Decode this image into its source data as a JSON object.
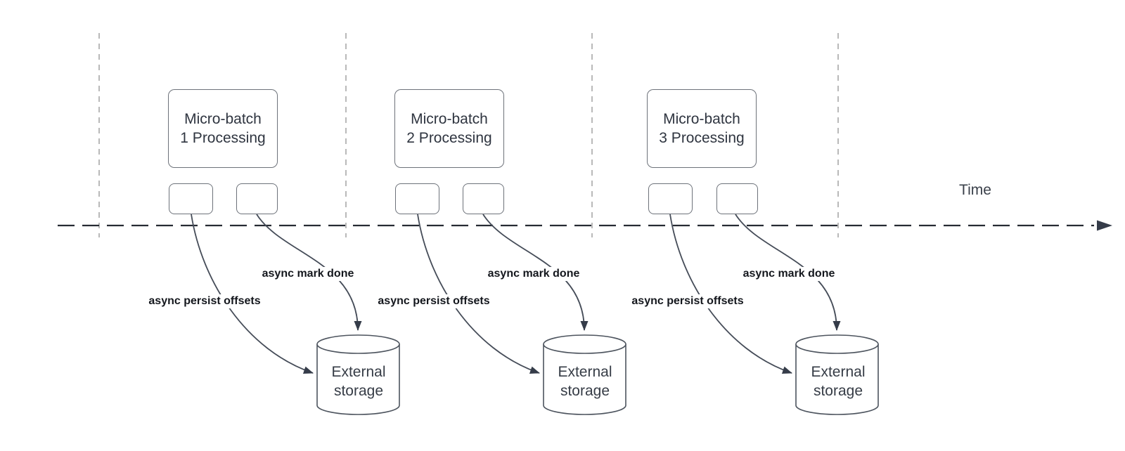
{
  "diagram": {
    "time_axis_label": "Time",
    "groups": [
      {
        "box_label": "Micro-batch 1 Processing",
        "persist_label": "async persist offsets",
        "mark_done_label": "async mark done",
        "storage_label": "External storage"
      },
      {
        "box_label": "Micro-batch 2 Processing",
        "persist_label": "async persist offsets",
        "mark_done_label": "async mark done",
        "storage_label": "External storage"
      },
      {
        "box_label": "Micro-batch 3 Processing",
        "persist_label": "async persist offsets",
        "mark_done_label": "async mark done",
        "storage_label": "External storage"
      }
    ],
    "colors": {
      "axis_line": "#262b33",
      "arrow_line": "#454c58",
      "arrowhead_fill": "#353c49",
      "shape_border": "#6d727a",
      "cylinder_border": "#4d545e",
      "guide_line": "#adadad",
      "dark_text": "#2f3540",
      "label_text": "#14171d"
    }
  }
}
